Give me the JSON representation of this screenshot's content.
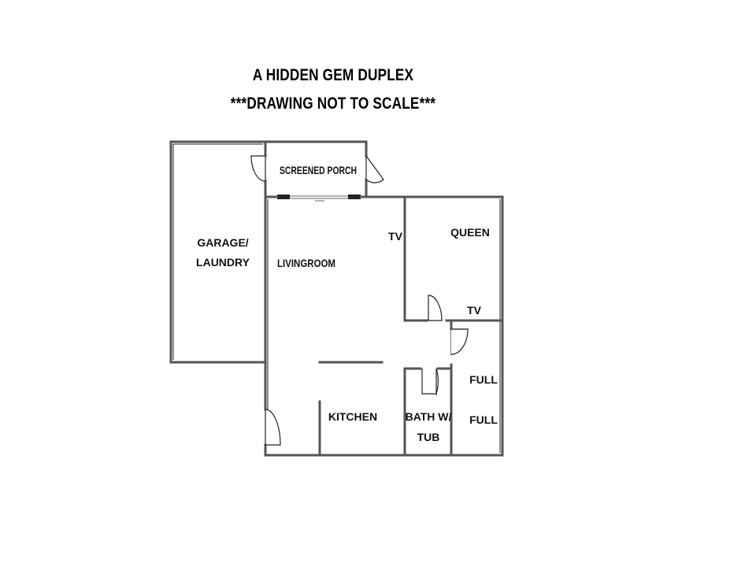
{
  "plan": {
    "title": "A HIDDEN GEM DUPLEX",
    "subtitle": "***DRAWING NOT TO SCALE***",
    "rooms": {
      "screened_porch": "SCREENED PORCH",
      "garage_line1": "GARAGE/",
      "garage_line2": "LAUNDRY",
      "livingroom": "LIVINGROOM",
      "queen": "QUEEN",
      "kitchen": "KITCHEN",
      "bath_line1": "BATH W/",
      "bath_line2": "TUB",
      "full_1": "FULL",
      "full_2": "FULL"
    },
    "tv_living": "TV",
    "tv_queen": "TV"
  }
}
